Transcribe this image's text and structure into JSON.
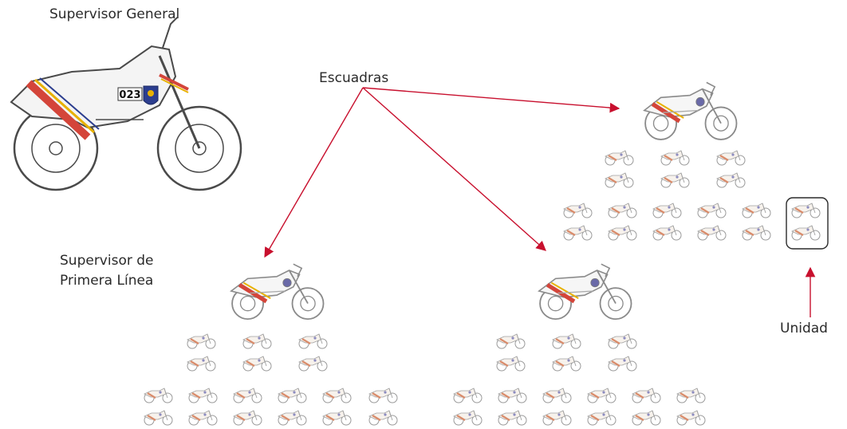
{
  "labels": {
    "supervisor_general": "Supervisor General",
    "escuadras": "Escuadras",
    "supervisor_line1": "Supervisor de",
    "supervisor_line2": "Primera Línea",
    "unidad": "Unidad"
  },
  "big_bike": {
    "plate": "023"
  },
  "colors": {
    "arrow": "#c8102e",
    "stripe": "#d4453a",
    "stripe2": "#e8b100",
    "line": "#4a4a4a"
  }
}
